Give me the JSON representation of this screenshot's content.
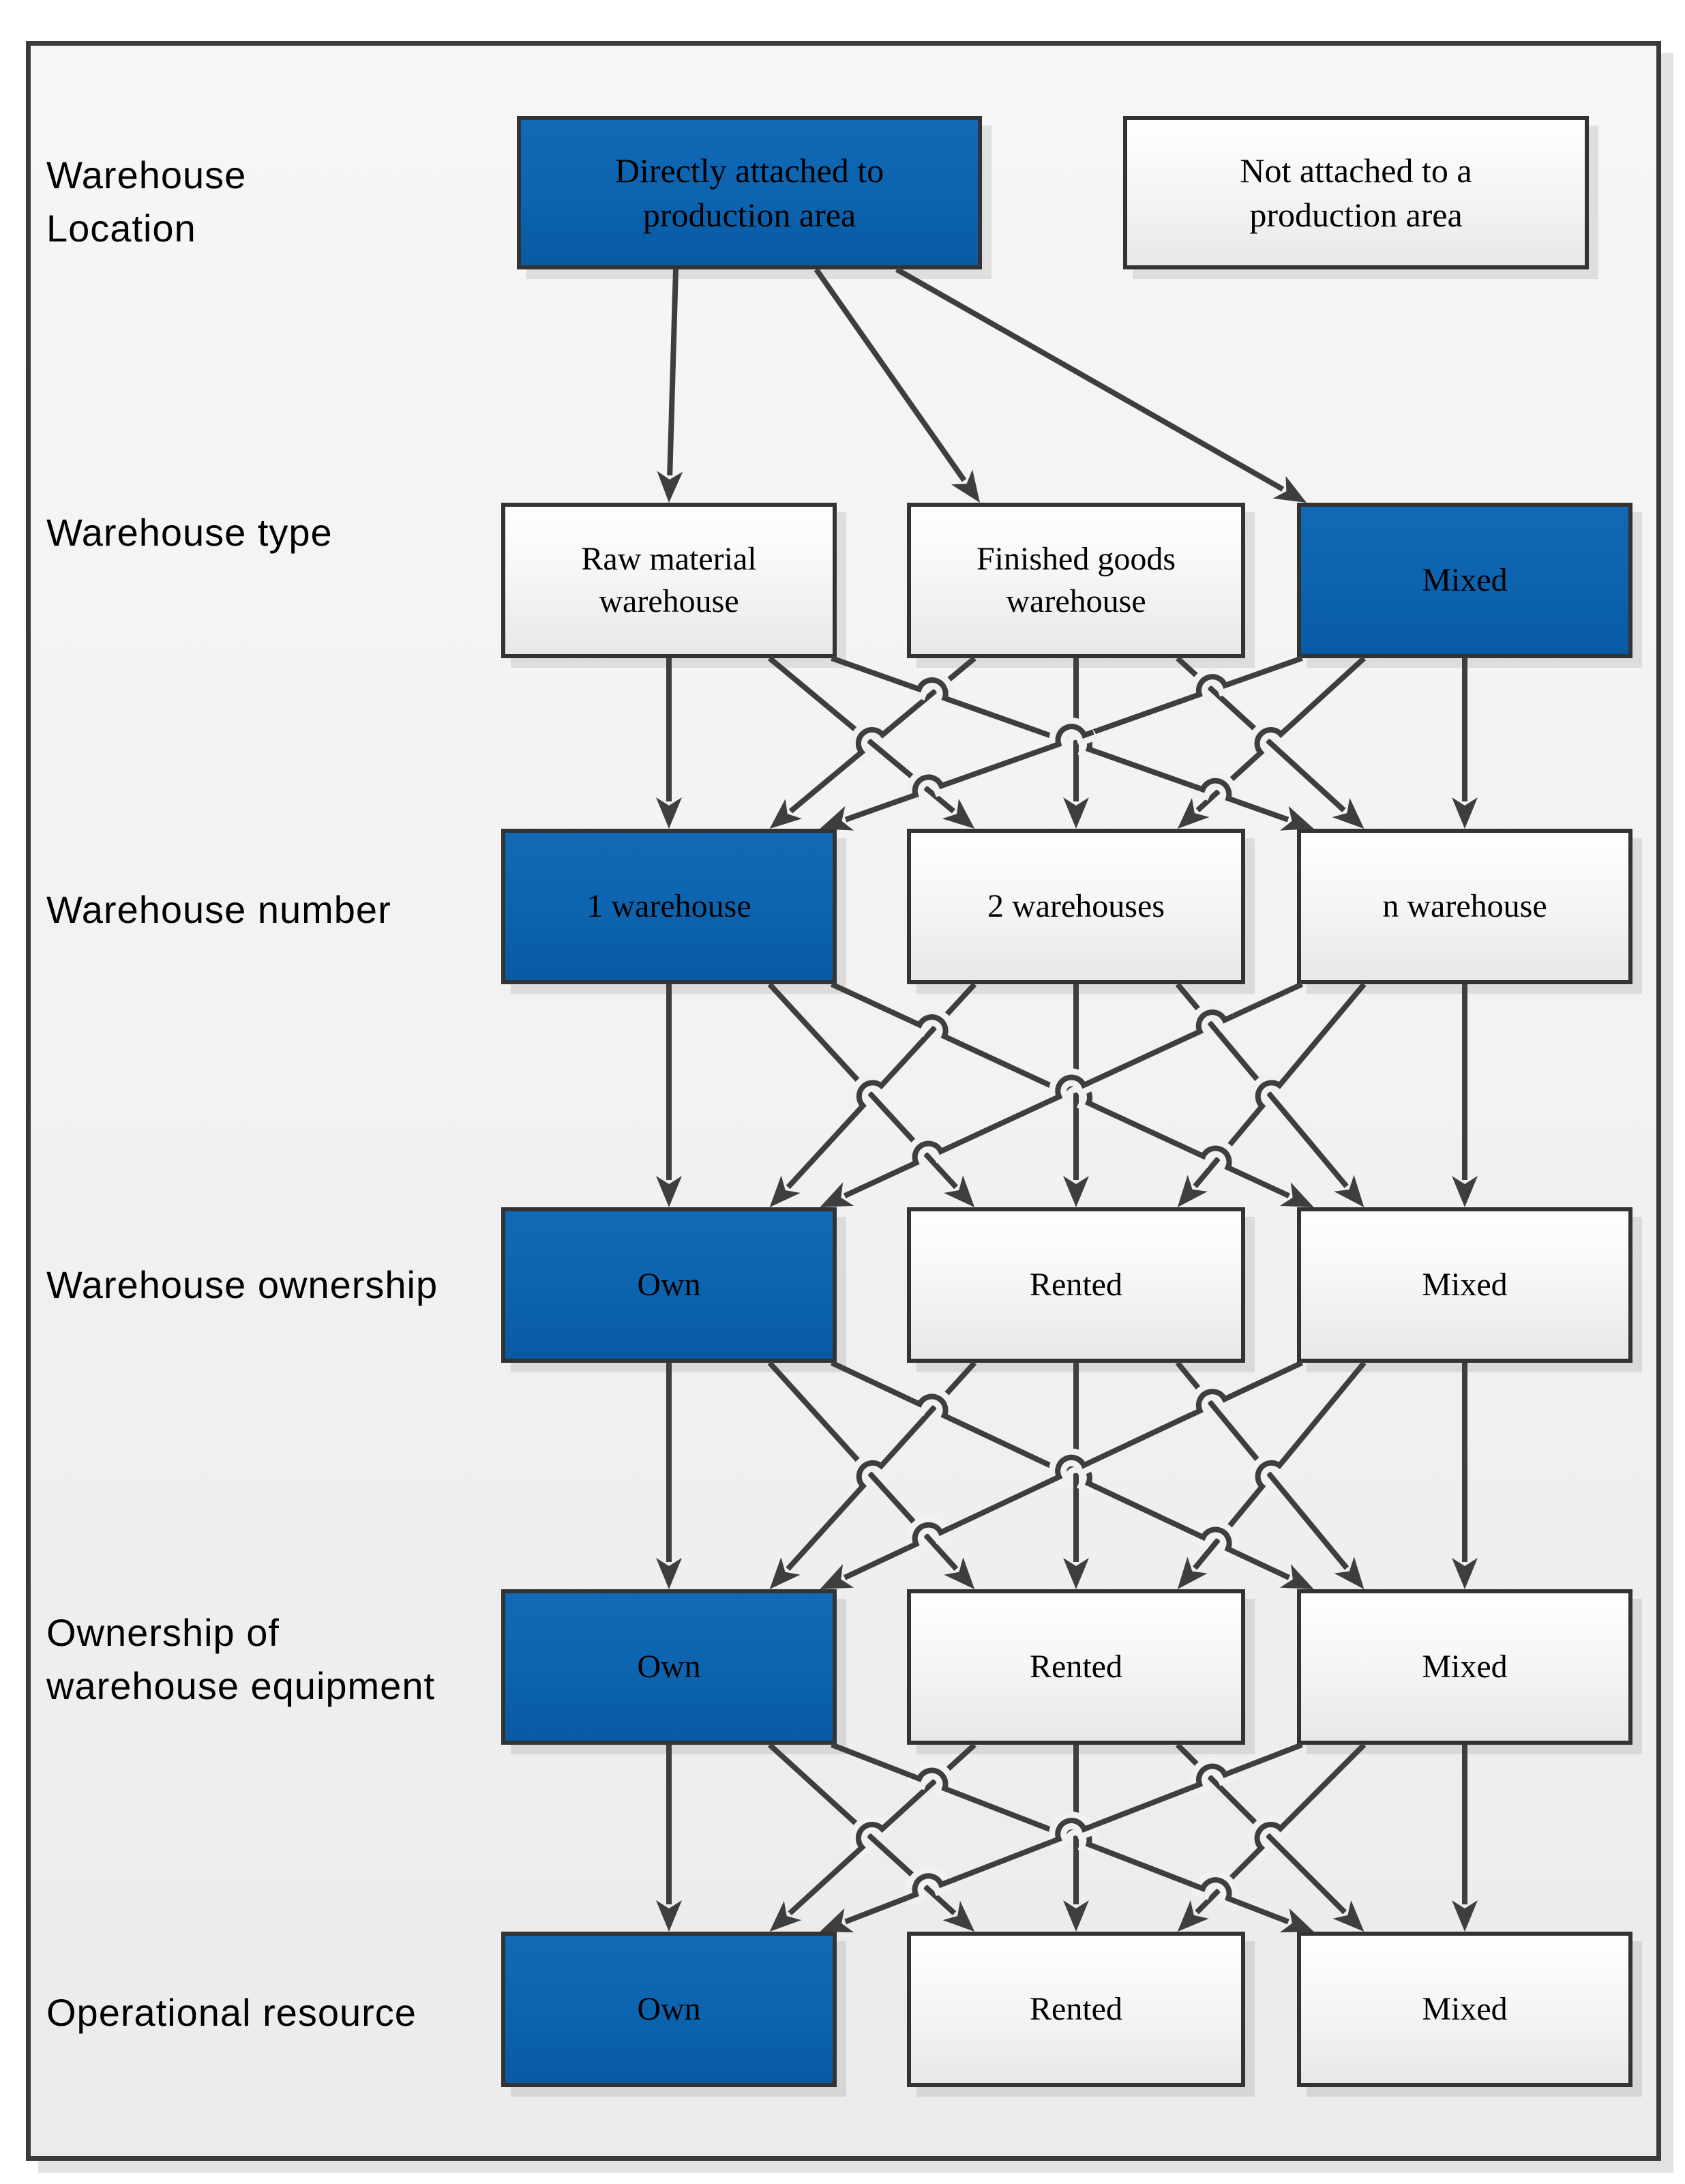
{
  "diagram": {
    "rows": [
      {
        "label_lines": [
          "Warehouse",
          "Location"
        ],
        "options": [
          {
            "text": "Directly attached to production area",
            "selected": true
          },
          {
            "text": "Not attached to a production area",
            "selected": false
          }
        ]
      },
      {
        "label_lines": [
          "Warehouse type"
        ],
        "options": [
          {
            "text": "Raw material warehouse",
            "selected": false
          },
          {
            "text": "Finished goods warehouse",
            "selected": false
          },
          {
            "text": "Mixed",
            "selected": true
          }
        ]
      },
      {
        "label_lines": [
          "Warehouse number"
        ],
        "options": [
          {
            "text": "1 warehouse",
            "selected": true
          },
          {
            "text": "2 warehouses",
            "selected": false
          },
          {
            "text": "n warehouse",
            "selected": false
          }
        ]
      },
      {
        "label_lines": [
          "Warehouse ownership"
        ],
        "options": [
          {
            "text": "Own",
            "selected": true
          },
          {
            "text": "Rented",
            "selected": false
          },
          {
            "text": "Mixed",
            "selected": false
          }
        ]
      },
      {
        "label_lines": [
          "Ownership of",
          "warehouse equipment"
        ],
        "options": [
          {
            "text": "Own",
            "selected": true
          },
          {
            "text": "Rented",
            "selected": false
          },
          {
            "text": "Mixed",
            "selected": false
          }
        ]
      },
      {
        "label_lines": [
          "Operational resource"
        ],
        "options": [
          {
            "text": "Own",
            "selected": true
          },
          {
            "text": "Rented",
            "selected": false
          },
          {
            "text": "Mixed",
            "selected": false
          }
        ]
      }
    ],
    "connections": [
      {
        "from": [
          0,
          0
        ],
        "to": [
          1,
          0
        ]
      },
      {
        "from": [
          0,
          0
        ],
        "to": [
          1,
          1
        ]
      },
      {
        "from": [
          0,
          0
        ],
        "to": [
          1,
          2
        ]
      },
      {
        "from": [
          1,
          0
        ],
        "to": [
          2,
          0
        ]
      },
      {
        "from": [
          1,
          0
        ],
        "to": [
          2,
          1
        ]
      },
      {
        "from": [
          1,
          0
        ],
        "to": [
          2,
          2
        ]
      },
      {
        "from": [
          1,
          1
        ],
        "to": [
          2,
          0
        ]
      },
      {
        "from": [
          1,
          1
        ],
        "to": [
          2,
          1
        ]
      },
      {
        "from": [
          1,
          1
        ],
        "to": [
          2,
          2
        ]
      },
      {
        "from": [
          1,
          2
        ],
        "to": [
          2,
          0
        ]
      },
      {
        "from": [
          1,
          2
        ],
        "to": [
          2,
          1
        ]
      },
      {
        "from": [
          1,
          2
        ],
        "to": [
          2,
          2
        ]
      },
      {
        "from": [
          2,
          0
        ],
        "to": [
          3,
          0
        ]
      },
      {
        "from": [
          2,
          0
        ],
        "to": [
          3,
          1
        ]
      },
      {
        "from": [
          2,
          0
        ],
        "to": [
          3,
          2
        ]
      },
      {
        "from": [
          2,
          1
        ],
        "to": [
          3,
          0
        ]
      },
      {
        "from": [
          2,
          1
        ],
        "to": [
          3,
          1
        ]
      },
      {
        "from": [
          2,
          1
        ],
        "to": [
          3,
          2
        ]
      },
      {
        "from": [
          2,
          2
        ],
        "to": [
          3,
          0
        ]
      },
      {
        "from": [
          2,
          2
        ],
        "to": [
          3,
          1
        ]
      },
      {
        "from": [
          2,
          2
        ],
        "to": [
          3,
          2
        ]
      },
      {
        "from": [
          3,
          0
        ],
        "to": [
          4,
          0
        ]
      },
      {
        "from": [
          3,
          0
        ],
        "to": [
          4,
          1
        ]
      },
      {
        "from": [
          3,
          0
        ],
        "to": [
          4,
          2
        ]
      },
      {
        "from": [
          3,
          1
        ],
        "to": [
          4,
          0
        ]
      },
      {
        "from": [
          3,
          1
        ],
        "to": [
          4,
          1
        ]
      },
      {
        "from": [
          3,
          1
        ],
        "to": [
          4,
          2
        ]
      },
      {
        "from": [
          3,
          2
        ],
        "to": [
          4,
          0
        ]
      },
      {
        "from": [
          3,
          2
        ],
        "to": [
          4,
          1
        ]
      },
      {
        "from": [
          3,
          2
        ],
        "to": [
          4,
          2
        ]
      },
      {
        "from": [
          4,
          0
        ],
        "to": [
          5,
          0
        ]
      },
      {
        "from": [
          4,
          0
        ],
        "to": [
          5,
          1
        ]
      },
      {
        "from": [
          4,
          0
        ],
        "to": [
          5,
          2
        ]
      },
      {
        "from": [
          4,
          1
        ],
        "to": [
          5,
          0
        ]
      },
      {
        "from": [
          4,
          1
        ],
        "to": [
          5,
          1
        ]
      },
      {
        "from": [
          4,
          1
        ],
        "to": [
          5,
          2
        ]
      },
      {
        "from": [
          4,
          2
        ],
        "to": [
          5,
          0
        ]
      },
      {
        "from": [
          4,
          2
        ],
        "to": [
          5,
          1
        ]
      },
      {
        "from": [
          4,
          2
        ],
        "to": [
          5,
          2
        ]
      }
    ],
    "colors": {
      "selected_fill": "#0c63ae",
      "option_fill": "#f4f4f4",
      "line": "#3e3e3e",
      "border": "#333333",
      "background": "#f1f1f1"
    }
  }
}
